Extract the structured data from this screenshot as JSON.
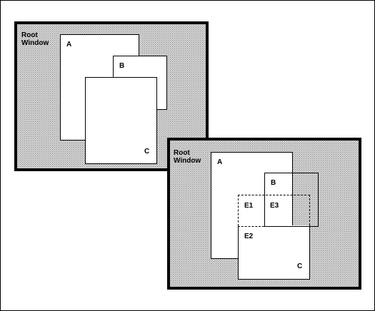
{
  "diagram_1": {
    "root_label": "Root\nWindow",
    "windows": {
      "a": "A",
      "b": "B",
      "c": "C"
    }
  },
  "diagram_2": {
    "root_label": "Root\nWindow",
    "windows": {
      "a": "A",
      "b": "B",
      "c": "C"
    },
    "regions": {
      "e1": "E1",
      "e2": "E2",
      "e3": "E3"
    }
  }
}
